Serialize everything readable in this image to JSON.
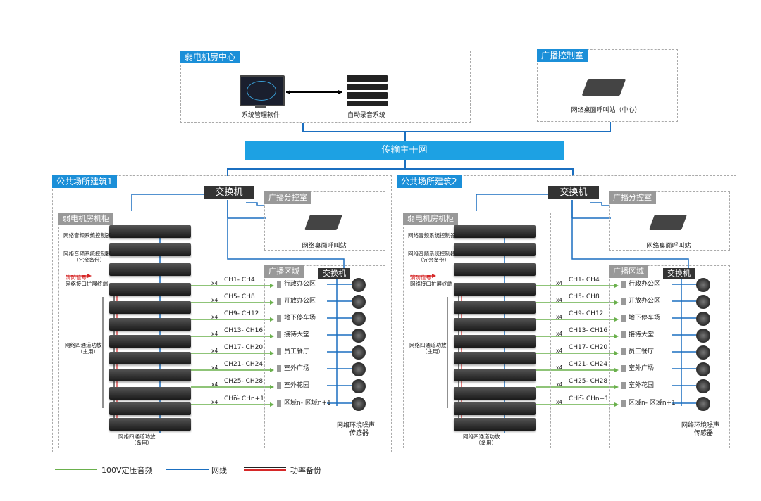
{
  "top": {
    "center_title": "弱电机房中心",
    "software_label": "系统管理软件",
    "recorder_label": "自动录音系统",
    "control_title": "广播控制室",
    "control_station_label": "网络桌面呼叫站（中心）",
    "backbone_label": "传输主干网"
  },
  "buildings": [
    {
      "title": "公共场所建筑1",
      "switch_label": "交换机",
      "subroom_title": "广播分控室",
      "subroom_station_label": "网络桌面呼叫站",
      "cabinet_title": "弱电机房机柜",
      "controller_label": "网络音频系统控制器",
      "controller_backup_label1": "网络音频系统控制器",
      "controller_backup_label2": "（冗余备份）",
      "fire_signal_label": "消防信号",
      "interface_label": "网络接口扩展终端",
      "amp_main_label1": "网络四通道功放",
      "amp_main_label2": "（主用）",
      "amp_backup_label1": "网络四通道功放",
      "amp_backup_label2": "（备用）",
      "zone_title": "广播区域",
      "zone_switch_label": "交换机",
      "multiplier": "x4",
      "channels": [
        "CH1- CH4",
        "CH5- CH8",
        "CH9- CH12",
        "CH13- CH16",
        "CH17- CH20",
        "CH21- CH24",
        "CH25- CH28",
        "CHn- CHn+1"
      ],
      "zones": [
        "行政办公区",
        "开放办公区",
        "地下停车场",
        "接待大堂",
        "员工餐厅",
        "室外广场",
        "室外花园",
        "区域n- 区域n+1"
      ],
      "ellipsis": "...",
      "sensor_label1": "网络环境噪声",
      "sensor_label2": "传感器"
    },
    {
      "title": "公共场所建筑2",
      "switch_label": "交换机",
      "subroom_title": "广播分控室",
      "subroom_station_label": "网络桌面呼叫站",
      "cabinet_title": "弱电机房机柜",
      "controller_label": "网络音频系统控制器",
      "controller_backup_label1": "网络音频系统控制器",
      "controller_backup_label2": "（冗余备份）",
      "fire_signal_label": "消防信号",
      "interface_label": "网络接口扩展终端",
      "amp_main_label1": "网络四通道功放",
      "amp_main_label2": "（主用）",
      "amp_backup_label1": "网络四通道功放",
      "amp_backup_label2": "（备用）",
      "zone_title": "广播区域",
      "zone_switch_label": "交换机",
      "multiplier": "x4",
      "channels": [
        "CH1- CH4",
        "CH5- CH8",
        "CH9- CH12",
        "CH13- CH16",
        "CH17- CH20",
        "CH21- CH24",
        "CH25- CH28",
        "CHn- CHn+1"
      ],
      "zones": [
        "行政办公区",
        "开放办公区",
        "地下停车场",
        "接待大堂",
        "员工餐厅",
        "室外广场",
        "室外花园",
        "区域n- 区域n+1"
      ],
      "ellipsis": "...",
      "sensor_label1": "网络环境噪声",
      "sensor_label2": "传感器"
    }
  ],
  "legend": {
    "audio_label": "100V定压音频",
    "network_label": "网线",
    "backup_label": "功率备份"
  },
  "colors": {
    "network": "#1b6fc0",
    "audio": "#6ab04c",
    "backup": "#d62828",
    "accent": "#1b8fd8"
  }
}
